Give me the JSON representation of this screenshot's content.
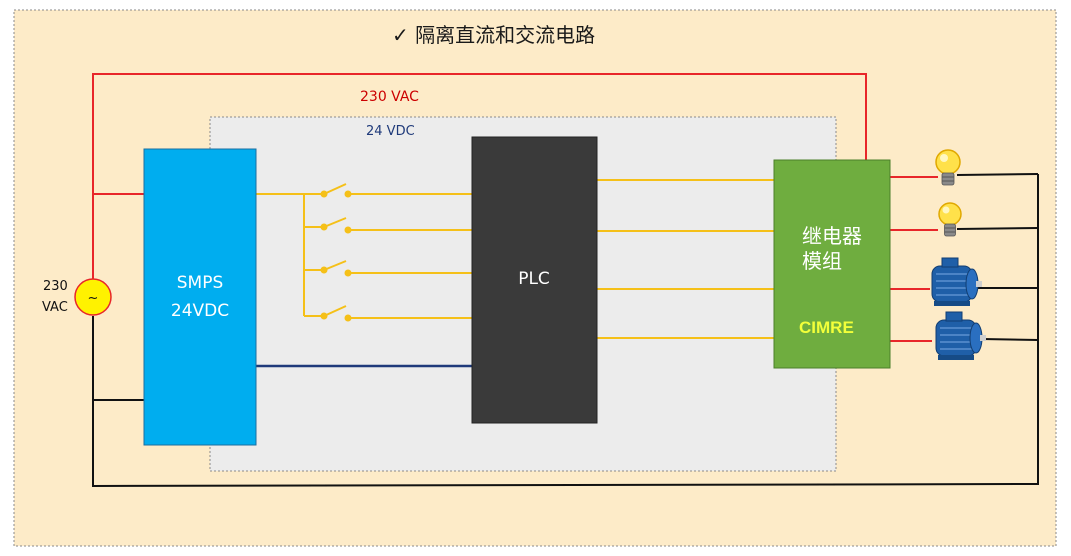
{
  "title": "✓  隔离直流和交流电路",
  "labels": {
    "ac_line": "230 VAC",
    "dc_zone": "24 VDC",
    "source_line1": "230",
    "source_line2": "VAC",
    "source_symbol": "~"
  },
  "blocks": {
    "smps_line1": "SMPS",
    "smps_line2": "24VDC",
    "plc": "PLC",
    "relay_line1": "继电器",
    "relay_line2": "模组",
    "relay_brand": "CIMRE"
  },
  "colors": {
    "frame_bg": "#fdebc8",
    "dc_zone_bg": "#ececec",
    "ac_wire": "#e8262a",
    "dc_wire": "#f5c018",
    "neutral_wire": "#111111",
    "dc_common_wire": "#1f3a7a",
    "smps": "#00adef",
    "plc": "#3a3a3a",
    "relay": "#6fad3f",
    "source": "#fff200"
  },
  "loads": [
    "bulb-icon",
    "bulb-icon",
    "motor-icon",
    "motor-icon"
  ]
}
